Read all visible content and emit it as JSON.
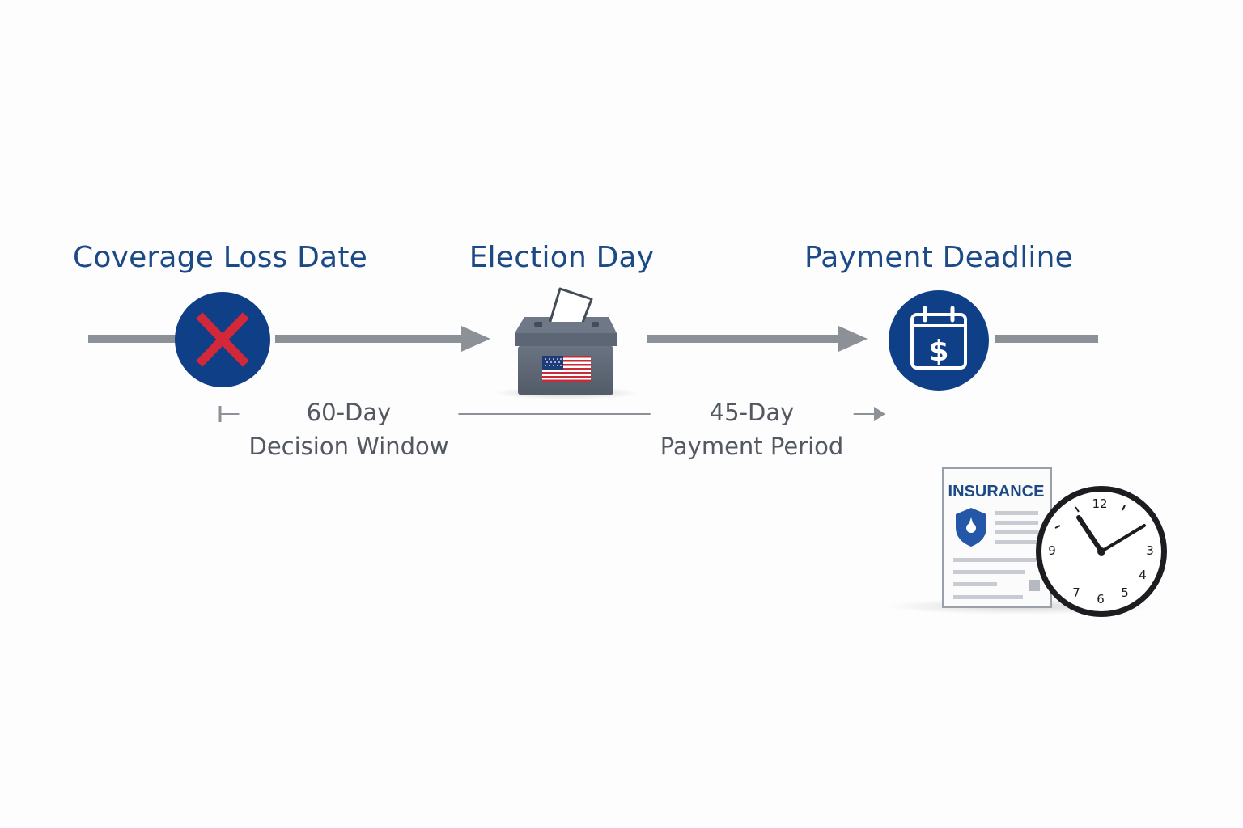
{
  "milestones": [
    {
      "title": "Coverage Loss Date",
      "icon": "x-mark-icon",
      "color": "#0f3f86"
    },
    {
      "title": "Election Day",
      "icon": "ballot-box-icon",
      "color": "#5c6573"
    },
    {
      "title": "Payment Deadline",
      "icon": "calendar-dollar-icon",
      "color": "#0f3f86"
    }
  ],
  "periods": [
    {
      "duration": "60-Day",
      "name": "Decision Window"
    },
    {
      "duration": "45-Day",
      "name": "Payment Period"
    }
  ],
  "document": {
    "title": "INSURANCE",
    "icon": "shield-icon"
  },
  "clock": {
    "icon": "clock-icon",
    "numerals": [
      "12",
      "3",
      "4",
      "5",
      "6",
      "7",
      "9"
    ]
  },
  "colors": {
    "title_blue": "#1b4a86",
    "timeline_gray": "#8c9097",
    "x_red": "#d3283a"
  }
}
